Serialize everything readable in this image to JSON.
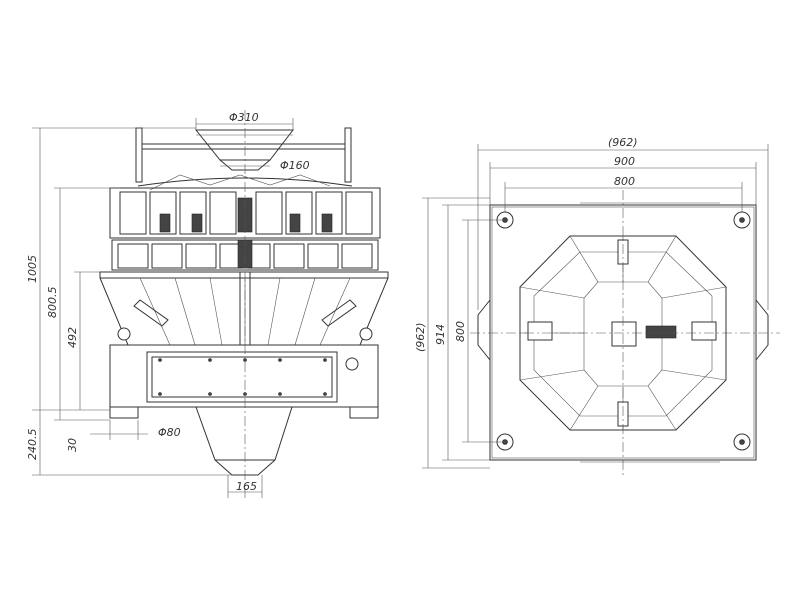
{
  "front_view": {
    "dims": {
      "top_hopper_dia": "Φ310",
      "top_outlet_dia": "Φ160",
      "overall_height": "1005",
      "upper_height": "800.5",
      "mid_height": "492",
      "lower_height": "240.5",
      "foot_height": "30",
      "foot_dia": "Φ80",
      "outlet_width": "165"
    }
  },
  "top_view": {
    "dims": {
      "overall_width": "(962)",
      "frame_width": "900",
      "inner_width": "800",
      "overall_depth": "(962)",
      "frame_depth": "914",
      "inner_depth": "800"
    }
  }
}
